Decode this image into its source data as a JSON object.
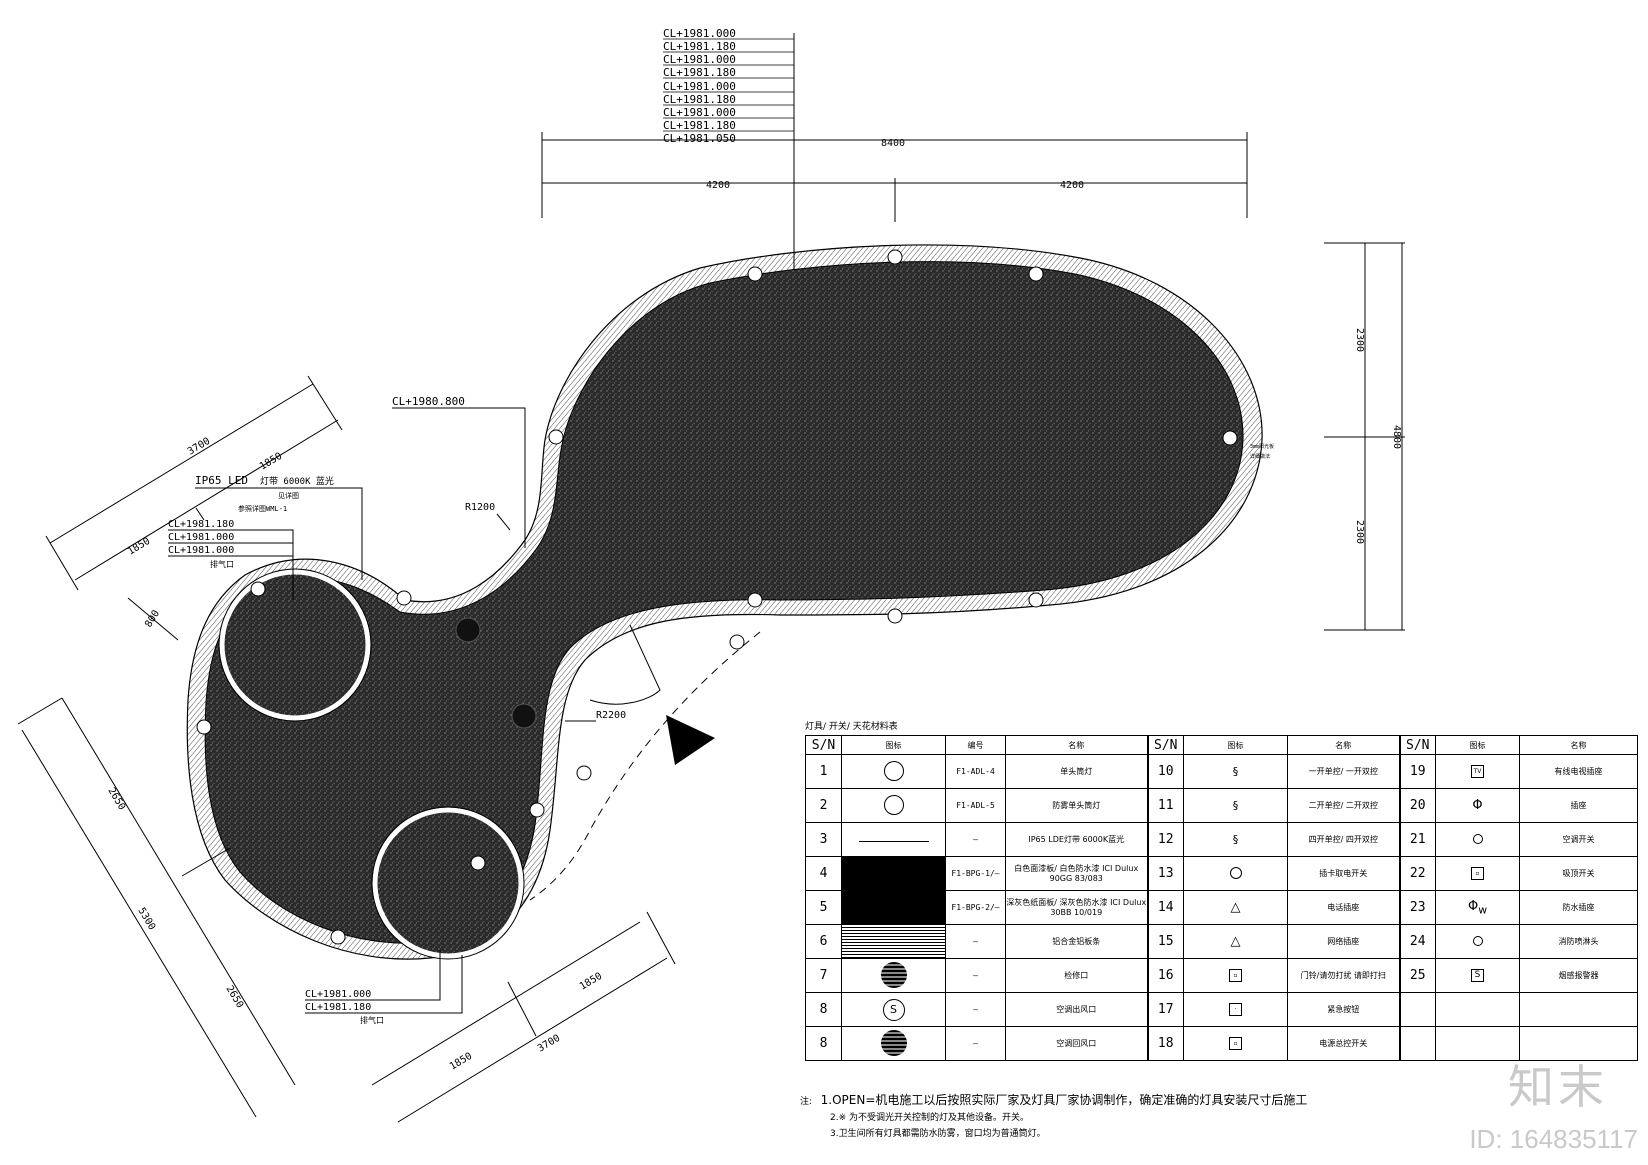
{
  "drawing": {
    "top_elevations": [
      "CL+1981.000",
      "CL+1981.180",
      "CL+1981.000",
      "CL+1981.180",
      "CL+1981.000",
      "CL+1981.180",
      "CL+1981.000",
      "CL+1981.180",
      "CL+1981.050"
    ],
    "dim_top_total": "8400",
    "dim_top_left": "4200",
    "dim_top_right": "4200",
    "dim_right_top": "2300",
    "dim_right_total": "4800",
    "dim_right_bottom": "2300",
    "dim_left_total": "3700",
    "dim_left_a": "1850",
    "dim_left_b": "1850",
    "dim_left_small": "800",
    "dim_long_total": "5300",
    "dim_long_a": "2650",
    "dim_long_b": "2650",
    "dim_bottom_total": "3700",
    "dim_bottom_a": "1850",
    "dim_bottom_b": "1850",
    "label_mid_elev": "CL+1980.800",
    "label_r1200": "R1200",
    "label_r2200": "R2200",
    "label_ip65": "IP65 LED",
    "label_ip65b": "灯带 6000K 蓝光",
    "label_note1": "见详图",
    "label_note2": "参照详图WML-1",
    "left_elevations": [
      "CL+1981.180",
      "CL+1981.000",
      "CL+1981.000"
    ],
    "left_vent": "排气口",
    "bottom_elevations": [
      "CL+1981.000",
      "CL+1981.180"
    ],
    "bottom_vent": "排气口",
    "right_note": "3mm阳光板",
    "right_note2": "详细做法"
  },
  "legend": {
    "title": "灯具/ 开关/ 天花材料表",
    "headers": {
      "sn": "S/N",
      "symbol": "图标",
      "code": "编号",
      "name": "名称"
    },
    "col1": [
      {
        "sn": "1",
        "symbol": "circle",
        "code": "F1-ADL-4",
        "name": "单头筒灯"
      },
      {
        "sn": "2",
        "symbol": "circle-dot",
        "code": "F1-ADL-5",
        "name": "防雾单头筒灯"
      },
      {
        "sn": "3",
        "symbol": "line",
        "code": "—",
        "name": "IP65 LDE灯带 6000K蓝光"
      },
      {
        "sn": "4",
        "symbol": "black",
        "code": "F1-BPG-1/—",
        "name": "白色面漆板/ 白色防水漆 ICI Dulux 90GG 83/083"
      },
      {
        "sn": "5",
        "symbol": "black",
        "code": "F1-BPG-2/—",
        "name": "深灰色纸面板/ 深灰色防水漆 ICI Dulux 30BB 10/019"
      },
      {
        "sn": "6",
        "symbol": "hatch",
        "code": "—",
        "name": "铝合金铝板条"
      },
      {
        "sn": "7",
        "symbol": "grille",
        "code": "—",
        "name": "检修口"
      },
      {
        "sn": "8",
        "symbol": "s-circle",
        "code": "—",
        "name": "空调出风口"
      },
      {
        "sn": "8",
        "symbol": "grille",
        "code": "—",
        "name": "空调回风口"
      }
    ],
    "col2": [
      {
        "sn": "10",
        "symbol": "S",
        "name": "一开单控/ 一开双控"
      },
      {
        "sn": "11",
        "symbol": "S2",
        "name": "二开单控/ 二开双控"
      },
      {
        "sn": "12",
        "symbol": "S3",
        "name": "四开单控/ 四开双控"
      },
      {
        "sn": "13",
        "symbol": "Q",
        "name": "插卡取电开关"
      },
      {
        "sn": "14",
        "symbol": "triangle",
        "name": "电话插座"
      },
      {
        "sn": "15",
        "symbol": "triangle",
        "name": "网络插座"
      },
      {
        "sn": "16",
        "symbol": "box",
        "name": "门铃/请勿打扰 请即打扫"
      },
      {
        "sn": "17",
        "symbol": "box-dot",
        "name": "紧急按钮"
      },
      {
        "sn": "18",
        "symbol": "box",
        "name": "电源总控开关"
      }
    ],
    "col3": [
      {
        "sn": "19",
        "symbol": "TV",
        "name": "有线电视插座"
      },
      {
        "sn": "20",
        "symbol": "phi",
        "name": "插座"
      },
      {
        "sn": "21",
        "symbol": "dot",
        "name": "空调开关"
      },
      {
        "sn": "22",
        "symbol": "box",
        "name": "吸顶开关"
      },
      {
        "sn": "23",
        "symbol": "phi-w",
        "name": "防水插座"
      },
      {
        "sn": "24",
        "symbol": "small-circle",
        "name": "消防喷淋头"
      },
      {
        "sn": "25",
        "symbol": "S-box",
        "name": "烟感报警器"
      },
      {
        "sn": "",
        "symbol": "",
        "name": ""
      },
      {
        "sn": "",
        "symbol": "",
        "name": ""
      }
    ]
  },
  "notes": {
    "label": "注:",
    "line1": "1.OPEN=机电施工以后按照实际厂家及灯具厂家协调制作，确定准确的灯具安装尺寸后施工",
    "line2": "2.※ 为不受调光开关控制的灯及其他设备。开关。",
    "line3": "3.卫生间所有灯具都需防水防雾，窗口均为普通筒灯。"
  },
  "watermark": {
    "logo": "知末",
    "id": "ID: 164835117"
  }
}
